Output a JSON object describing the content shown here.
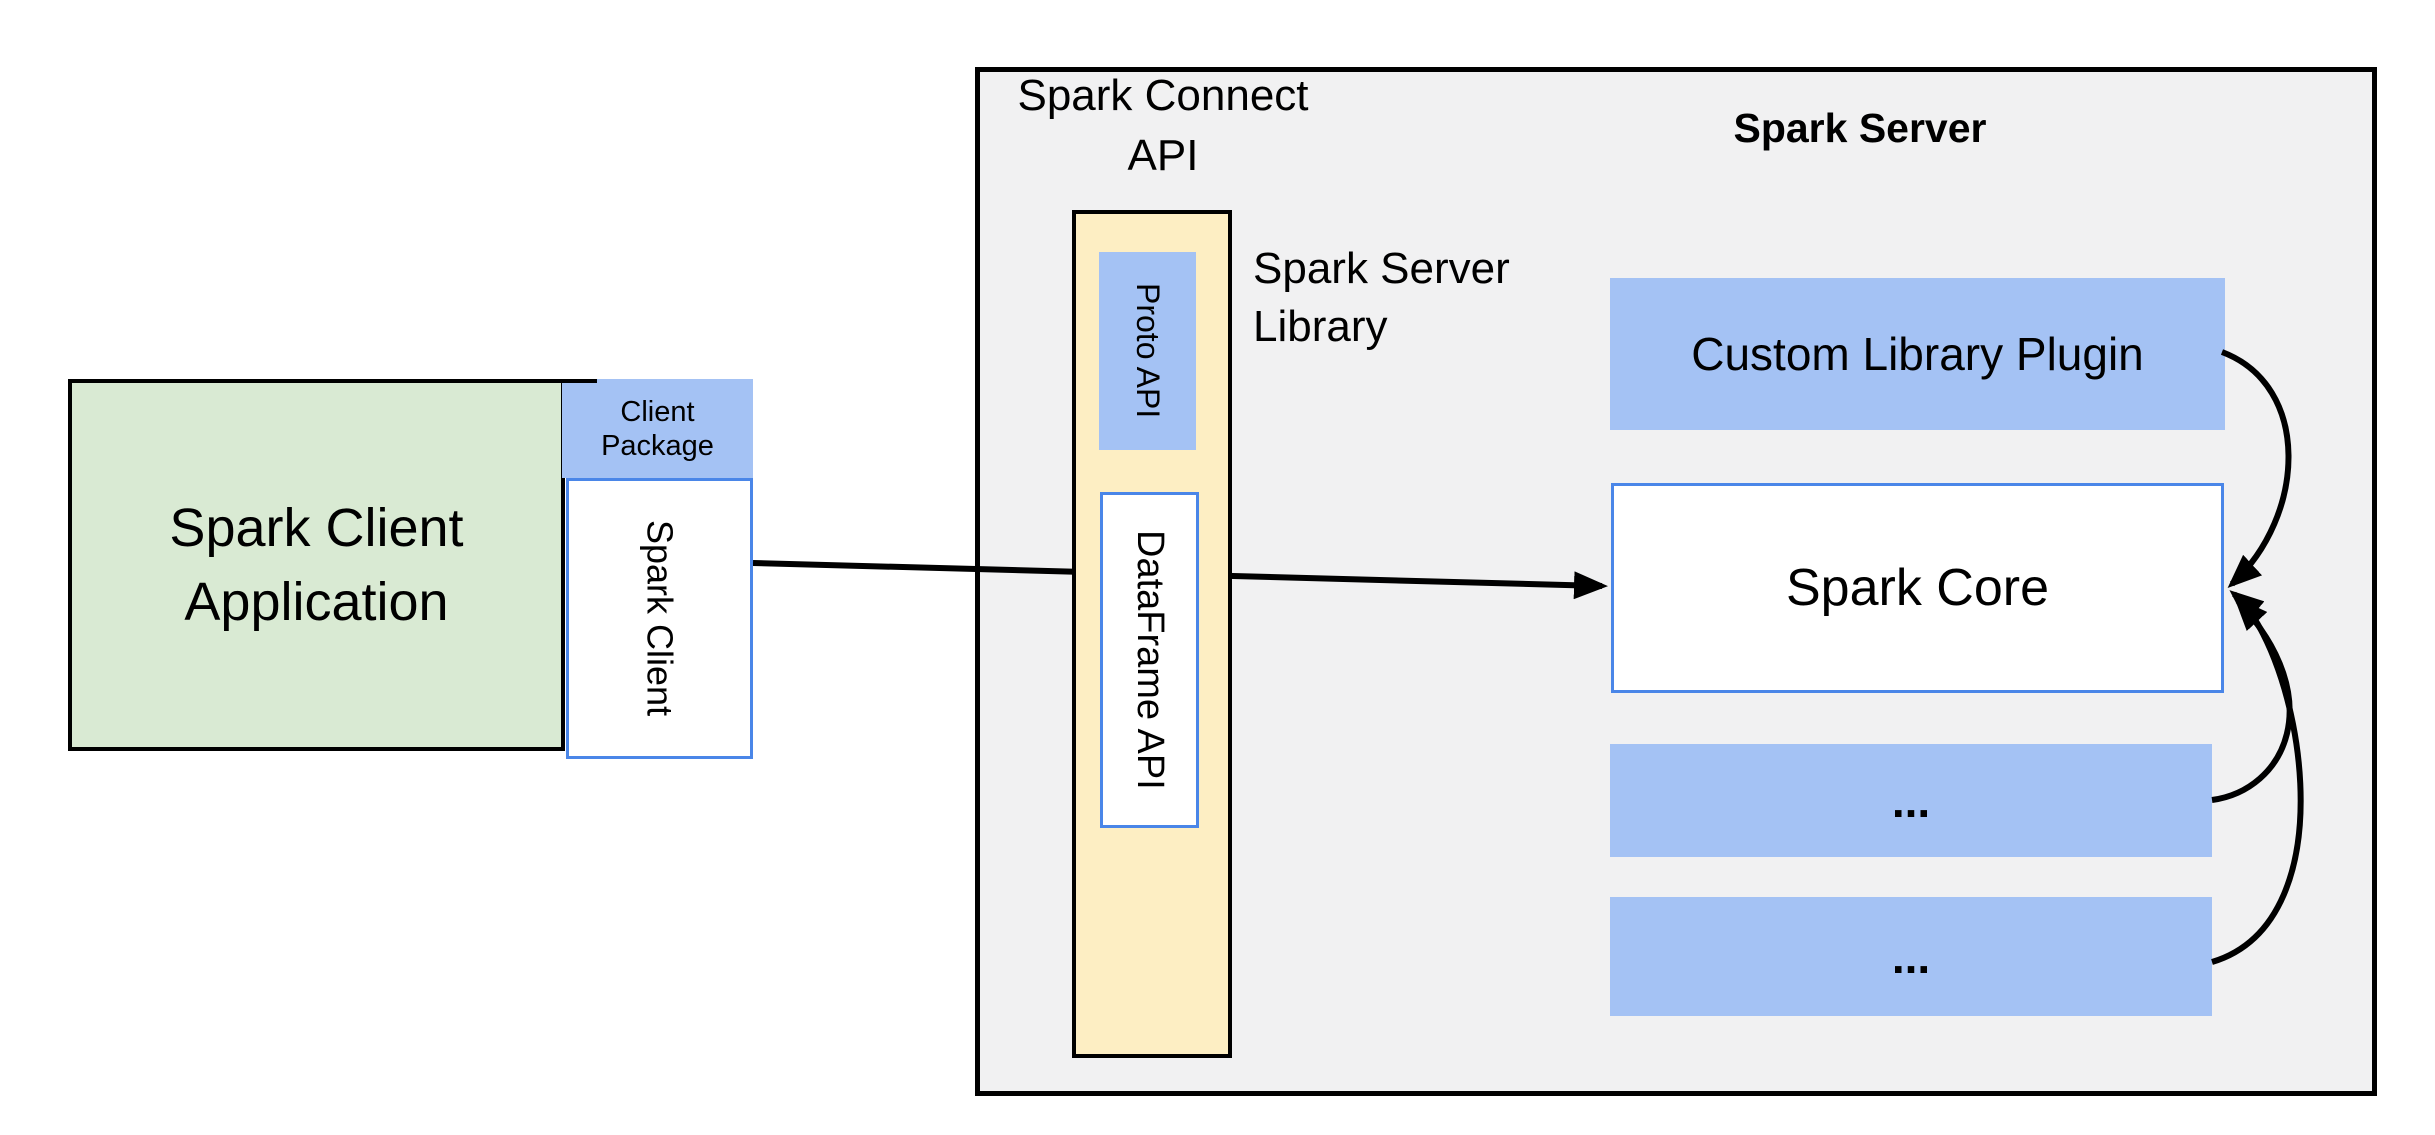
{
  "diagram": {
    "client_cluster": {
      "app": {
        "line1": "Spark Client",
        "line2": "Application"
      },
      "package": {
        "line1": "Client",
        "line2": "Package"
      },
      "client": "Spark Client"
    },
    "connect_cluster": {
      "title": {
        "line1": "Spark Connect",
        "line2": "API"
      },
      "proto_api": "Proto API",
      "dataframe_api": "DataFrame API",
      "library": {
        "line1": "Spark Server",
        "line2": "Library"
      }
    },
    "server_cluster": {
      "title": "Spark Server",
      "plugin": "Custom Library Plugin",
      "core": "Spark Core",
      "module_1": "...",
      "module_2": "..."
    },
    "colors": {
      "green_fill": "#d9ead3",
      "blue_fill": "#a4c2f4",
      "blue_border": "#4a86e8",
      "yellow_fill": "#fdeec3",
      "gray_fill": "#f1f1f2",
      "line": "#000000"
    }
  }
}
